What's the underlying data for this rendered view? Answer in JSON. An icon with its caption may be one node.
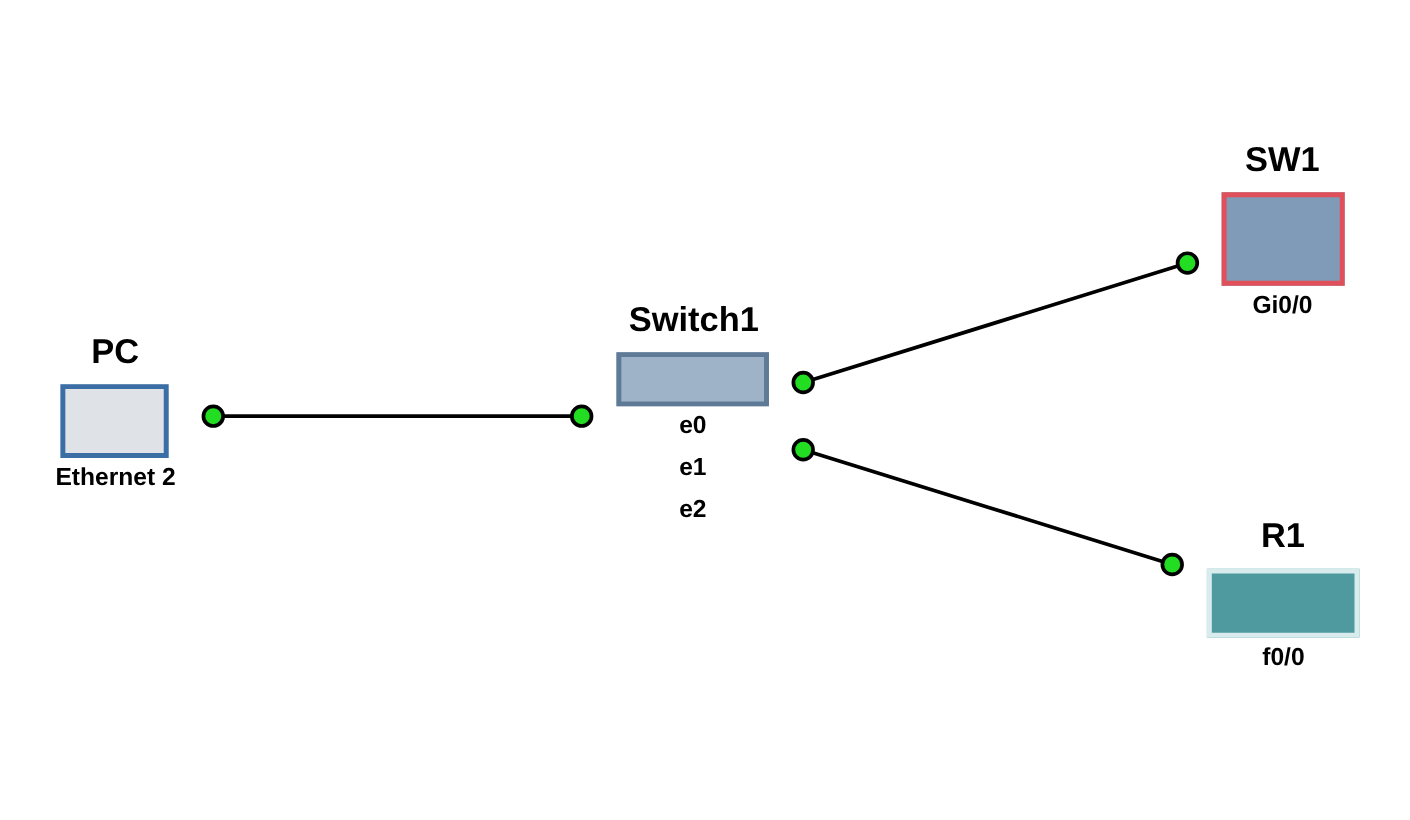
{
  "diagram": {
    "nodes": [
      {
        "text": [
          "PC"
        ],
        "beside": [
          "Ethernet 2"
        ]
      },
      {
        "text": [
          "Switch1"
        ],
        "beside": [
          "e0",
          "e1",
          "e2"
        ]
      },
      {
        "text": [
          "SW1"
        ],
        "beside": [
          "Gi0/0"
        ]
      },
      {
        "text": [
          "R1"
        ],
        "beside": [
          "f0/0"
        ]
      }
    ],
    "edges": [
      {
        "from": 0,
        "to": 1,
        "arrow": "other"
      },
      {
        "from": 1,
        "to": 2,
        "arrow": "other"
      },
      {
        "from": 1,
        "to": 3,
        "arrow": "other"
      }
    ]
  }
}
